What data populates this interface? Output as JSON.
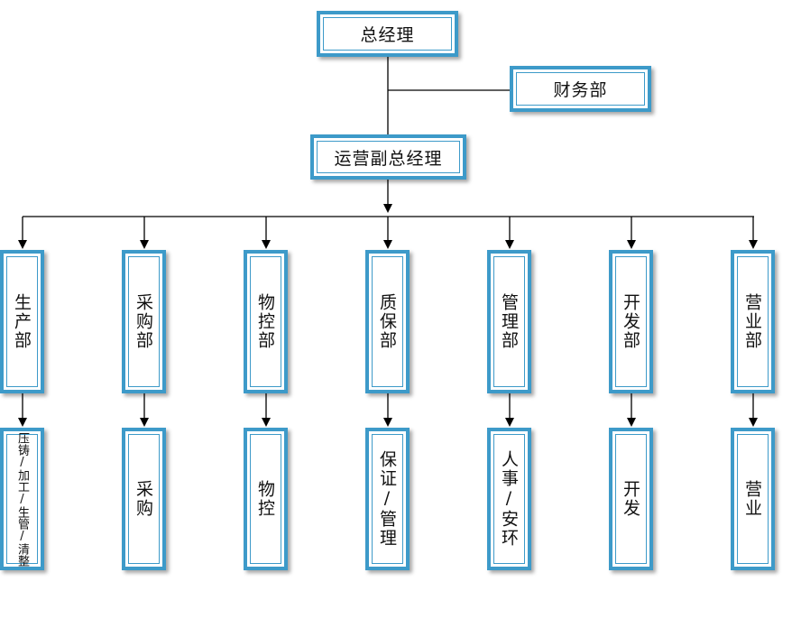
{
  "top": {
    "gm": "总经理",
    "finance": "财务部",
    "vp": "运营副总经理"
  },
  "departments": [
    {
      "dept": "生产部",
      "sub": "压铸/加工/生管/清整"
    },
    {
      "dept": "采购部",
      "sub": "采购"
    },
    {
      "dept": "物控部",
      "sub": "物控"
    },
    {
      "dept": "质保部",
      "sub": "保证/管理"
    },
    {
      "dept": "管理部",
      "sub": "人事/安环"
    },
    {
      "dept": "开发部",
      "sub": "开发"
    },
    {
      "dept": "营业部",
      "sub": "营业"
    }
  ],
  "colors": {
    "box_border": "#3d9ac9",
    "line": "#000000"
  }
}
